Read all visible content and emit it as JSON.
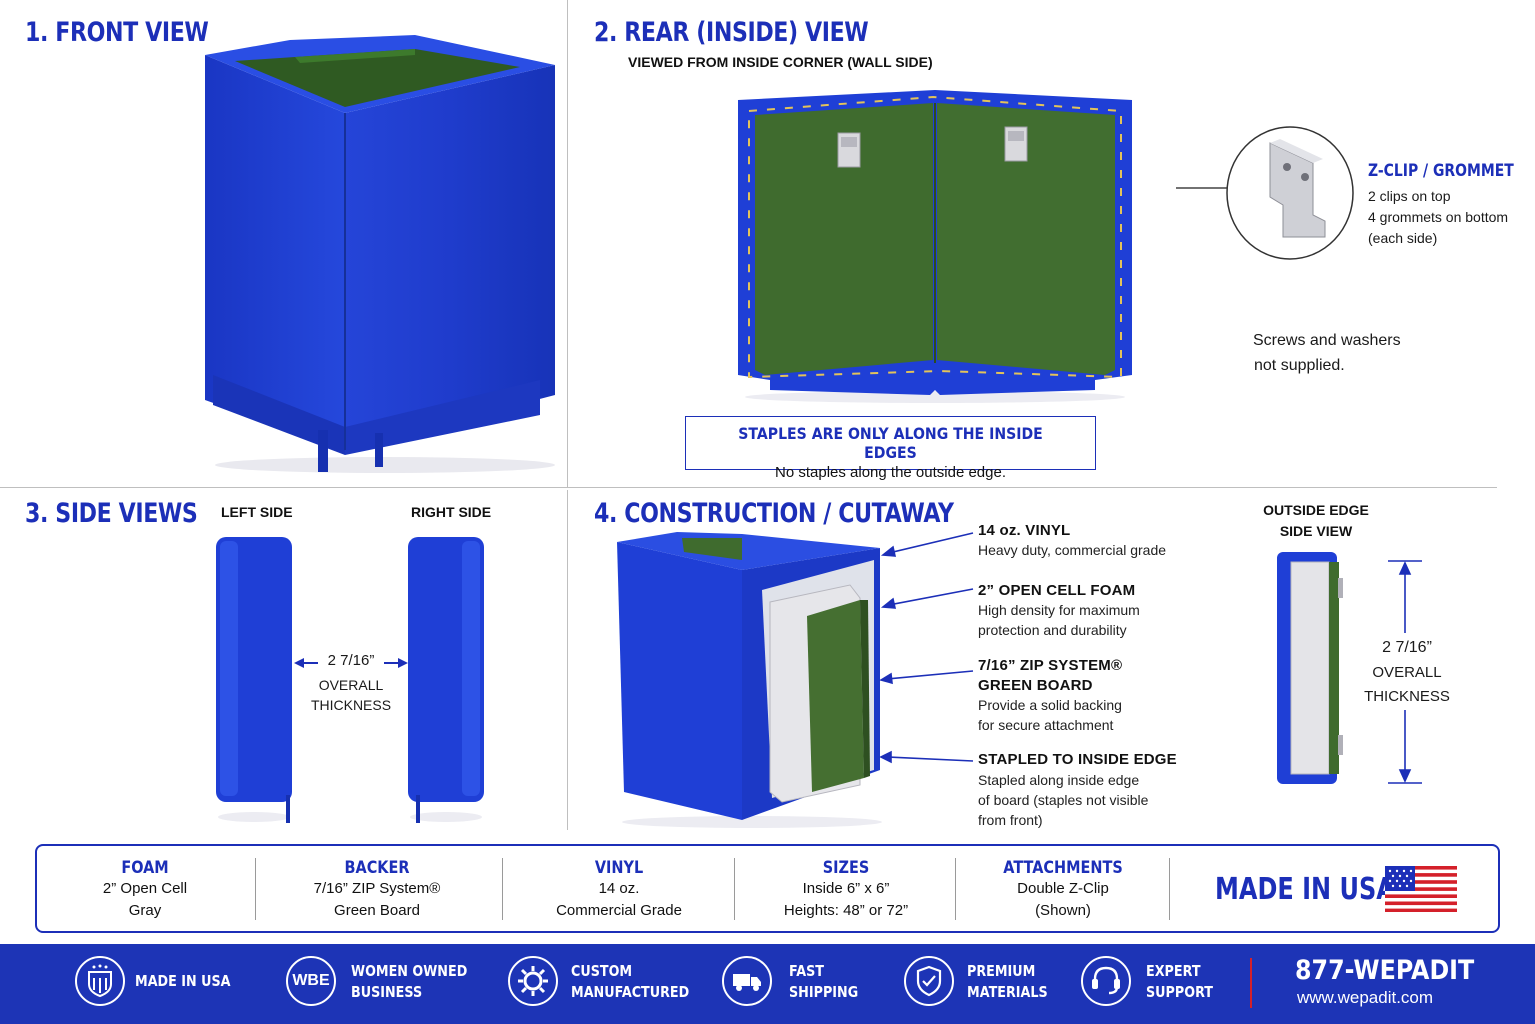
{
  "sections": {
    "front": {
      "title": "1. FRONT VIEW"
    },
    "rear": {
      "title": "2. REAR (INSIDE) VIEW",
      "subtitle": "VIEWED FROM INSIDE CORNER (WALL SIDE)"
    },
    "side": {
      "title": "3. SIDE VIEWS",
      "left_label": "LEFT SIDE",
      "right_label": "RIGHT SIDE",
      "dim_value": "2 7/16”",
      "dim_line1": "OVERALL",
      "dim_line2": "THICKNESS"
    },
    "construction": {
      "title": "4. CONSTRUCTION / CUTAWAY"
    },
    "outside_edge": {
      "title_line1": "OUTSIDE EDGE",
      "title_line2": "SIDE VIEW",
      "dim_value": "2 7/16”",
      "dim_line1": "OVERALL",
      "dim_line2": "THICKNESS"
    }
  },
  "zclip": {
    "title": "Z-CLIP / GROMMET",
    "line1": "2 clips on top",
    "line2": "4 grommets on bottom",
    "line3": "(each side)"
  },
  "screws_note": {
    "line1": "Screws and washers",
    "line2": "not supplied."
  },
  "staples_callout": {
    "title": "STAPLES ARE ONLY ALONG THE INSIDE EDGES",
    "text": "No staples along the outside edge."
  },
  "layers": [
    {
      "title": "14 oz. VINYL",
      "desc": [
        "Heavy duty, commercial grade"
      ]
    },
    {
      "title": "2” OPEN CELL FOAM",
      "desc": [
        "High density for maximum",
        "protection and durability"
      ]
    },
    {
      "title": "7/16” ZIP SYSTEM®",
      "title2": "GREEN BOARD",
      "desc": [
        "Provide a solid backing",
        "for secure attachment"
      ]
    },
    {
      "title": "STAPLED TO INSIDE EDGE",
      "desc": [
        "Stapled along inside edge",
        "of board (staples not visible",
        "from front)"
      ]
    }
  ],
  "specs": [
    {
      "head": "FOAM",
      "v1": "2” Open Cell",
      "v2": "Gray"
    },
    {
      "head": "BACKER",
      "v1": "7/16” ZIP System®",
      "v2": "Green Board"
    },
    {
      "head": "VINYL",
      "v1": "14 oz.",
      "v2": "Commercial Grade"
    },
    {
      "head": "SIZES",
      "v1": "Inside 6” x 6”",
      "v2": "Heights:  48” or 72”"
    },
    {
      "head": "ATTACHMENTS",
      "v1": "Double Z-Clip",
      "v2": "(Shown)"
    }
  ],
  "made_in_usa": "MADE IN USA",
  "footer": {
    "items": [
      {
        "icon": "shield-stars-icon",
        "line1": "MADE IN USA",
        "line2": ""
      },
      {
        "icon": "wbe-badge-icon",
        "badge": "WBE",
        "line1": "WOMEN OWNED",
        "line2": "BUSINESS"
      },
      {
        "icon": "gear-icon",
        "line1": "CUSTOM",
        "line2": "MANUFACTURED"
      },
      {
        "icon": "truck-icon",
        "line1": "FAST",
        "line2": "SHIPPING"
      },
      {
        "icon": "shield-check-icon",
        "line1": "PREMIUM",
        "line2": "MATERIALS"
      },
      {
        "icon": "headset-icon",
        "line1": "EXPERT",
        "line2": "SUPPORT"
      }
    ],
    "phone": "877-WEPADIT",
    "website": "www.wepadit.com"
  },
  "colors": {
    "brand_blue": "#1c2fb8",
    "vinyl_blue": "#1f3fd6",
    "board_green": "#3f6b2e",
    "footer_blue": "#1d34b6",
    "accent_red": "#d4202a"
  }
}
